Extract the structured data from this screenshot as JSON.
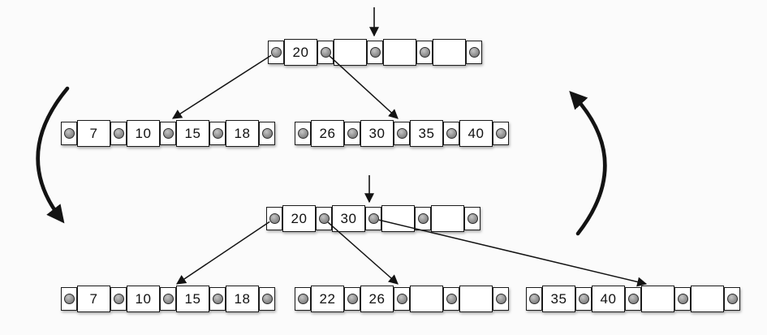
{
  "diagram": {
    "colors": {
      "background": "#fbfbfb",
      "node_fill": "#ffffff",
      "node_border": "#1c1c1c",
      "pointer_dot": "#8f8f8f",
      "arrow": "#131313"
    },
    "nodes": [
      {
        "id": "top-root",
        "keys": [
          "20",
          "",
          "",
          ""
        ]
      },
      {
        "id": "top-leaf-left",
        "keys": [
          "7",
          "10",
          "15",
          "18"
        ]
      },
      {
        "id": "top-leaf-right",
        "keys": [
          "26",
          "30",
          "35",
          "40"
        ]
      },
      {
        "id": "bottom-root",
        "keys": [
          "20",
          "30",
          "",
          ""
        ]
      },
      {
        "id": "bottom-leaf-left",
        "keys": [
          "7",
          "10",
          "15",
          "18"
        ]
      },
      {
        "id": "bottom-leaf-middle",
        "keys": [
          "22",
          "26",
          "",
          ""
        ]
      },
      {
        "id": "bottom-leaf-right",
        "keys": [
          "35",
          "40",
          "",
          ""
        ]
      }
    ],
    "edges": [
      {
        "from": "top-root",
        "from_pointer_index": 0,
        "to": "top-leaf-left"
      },
      {
        "from": "top-root",
        "from_pointer_index": 1,
        "to": "top-leaf-right"
      },
      {
        "from": "bottom-root",
        "from_pointer_index": 0,
        "to": "bottom-leaf-left"
      },
      {
        "from": "bottom-root",
        "from_pointer_index": 1,
        "to": "bottom-leaf-middle"
      },
      {
        "from": "bottom-root",
        "from_pointer_index": 2,
        "to": "bottom-leaf-right"
      }
    ],
    "insert_arrows": [
      {
        "above": "top-root"
      },
      {
        "above": "bottom-root"
      }
    ],
    "cycle_arrows": [
      {
        "side": "left",
        "direction": "down"
      },
      {
        "side": "right",
        "direction": "up"
      }
    ]
  }
}
